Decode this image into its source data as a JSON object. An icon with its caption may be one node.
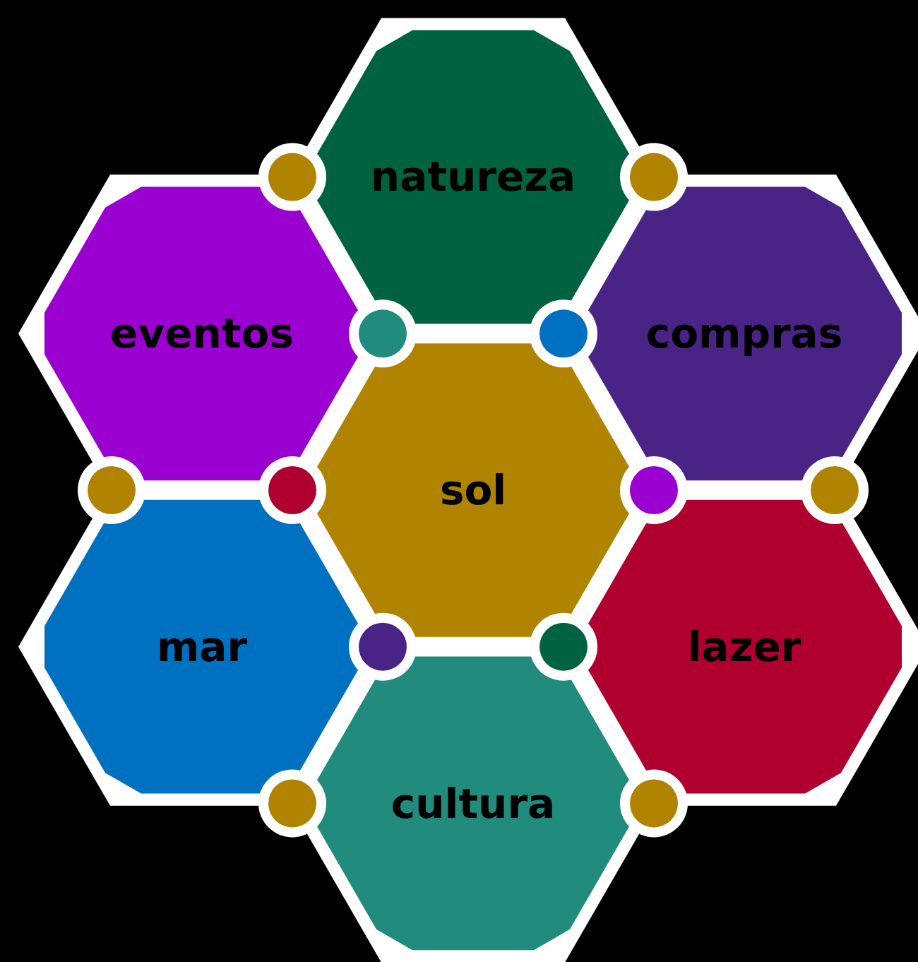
{
  "diagram": {
    "nodes": [
      {
        "text": [
          "natureza"
        ]
      },
      {
        "text": [
          "eventos"
        ]
      },
      {
        "text": [
          "compras"
        ]
      },
      {
        "text": [
          "sol"
        ]
      },
      {
        "text": [
          "mar"
        ]
      },
      {
        "text": [
          "lazer"
        ]
      },
      {
        "text": [
          "cultura"
        ]
      }
    ]
  }
}
